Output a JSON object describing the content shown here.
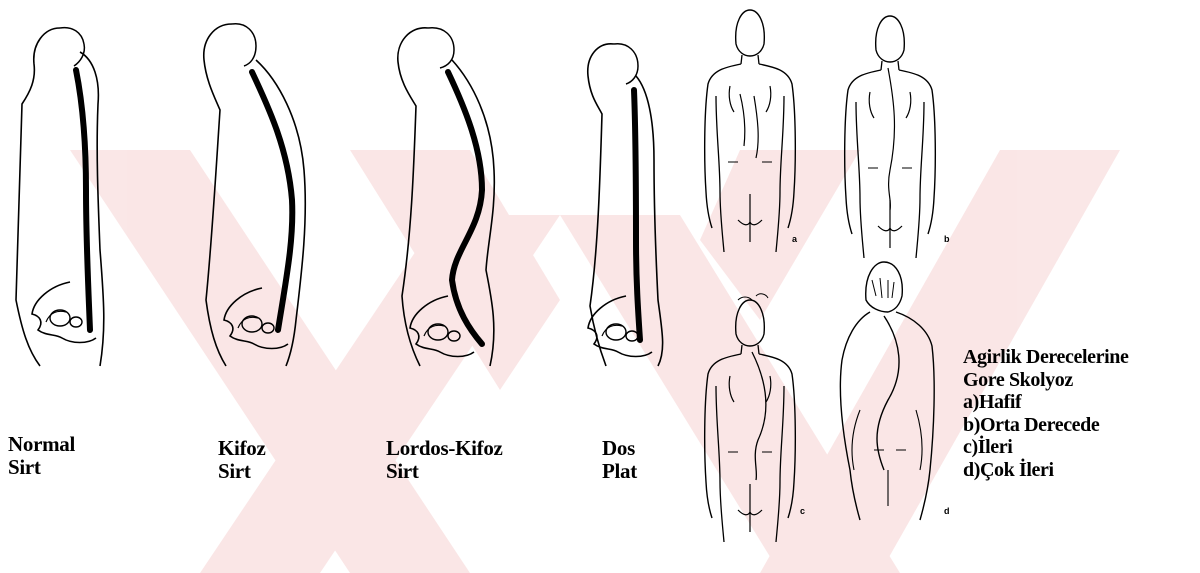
{
  "watermark_color": "#f6d3d3",
  "spine_figures": [
    {
      "line1": "Normal",
      "line2": "Sirt"
    },
    {
      "line1": "Kifoz",
      "line2": "Sirt"
    },
    {
      "line1": "Lordos-Kifoz",
      "line2": "Sirt"
    },
    {
      "line1": "Dos",
      "line2": "Plat"
    }
  ],
  "back_views": [
    {
      "label": "a"
    },
    {
      "label": "b"
    },
    {
      "label": "c"
    },
    {
      "label": "d"
    }
  ],
  "legend": {
    "title_line1": "Agirlik Derecelerine",
    "title_line2": "Gore Skolyoz",
    "items": [
      "a)Hafif",
      "b)Orta Derecede",
      "c)İleri",
      "d)Çok İleri"
    ]
  }
}
